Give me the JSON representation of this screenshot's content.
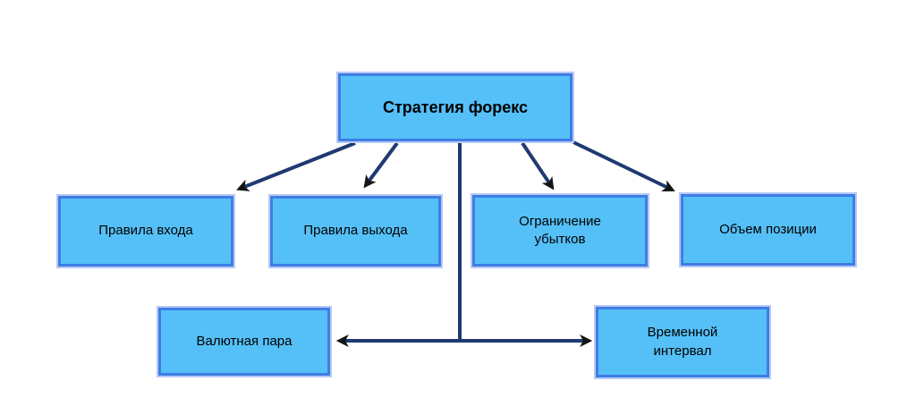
{
  "diagram": {
    "nodes": {
      "strategy": {
        "label": "Стратегия форекс"
      },
      "entry_rules": {
        "label": "Правила входа"
      },
      "exit_rules": {
        "label": "Правила выхода"
      },
      "loss_limit": {
        "label": "Ограничение убытков"
      },
      "position_size": {
        "label": "Объем позиции"
      },
      "currency_pair": {
        "label": "Валютная пара"
      },
      "time_interval": {
        "label": "Временной интервал"
      }
    },
    "edges": [
      {
        "from": "strategy",
        "to": "entry_rules",
        "direction": "arrow-to-target"
      },
      {
        "from": "strategy",
        "to": "exit_rules",
        "direction": "arrow-to-target"
      },
      {
        "from": "strategy",
        "to": "loss_limit",
        "direction": "arrow-to-target"
      },
      {
        "from": "strategy",
        "to": "position_size",
        "direction": "arrow-to-target"
      },
      {
        "from": "strategy",
        "to": "currency_pair",
        "direction": "trunk-branch-left-arrow"
      },
      {
        "from": "strategy",
        "to": "time_interval",
        "direction": "trunk-branch-right-arrow"
      }
    ],
    "colors": {
      "node_fill": "#55c0f7",
      "node_border": "#3f7de5",
      "node_halo": "#b7c9f4",
      "edge": "#1e3a70",
      "arrowhead": "#141414",
      "text": "#000000",
      "background": "#ffffff"
    }
  }
}
